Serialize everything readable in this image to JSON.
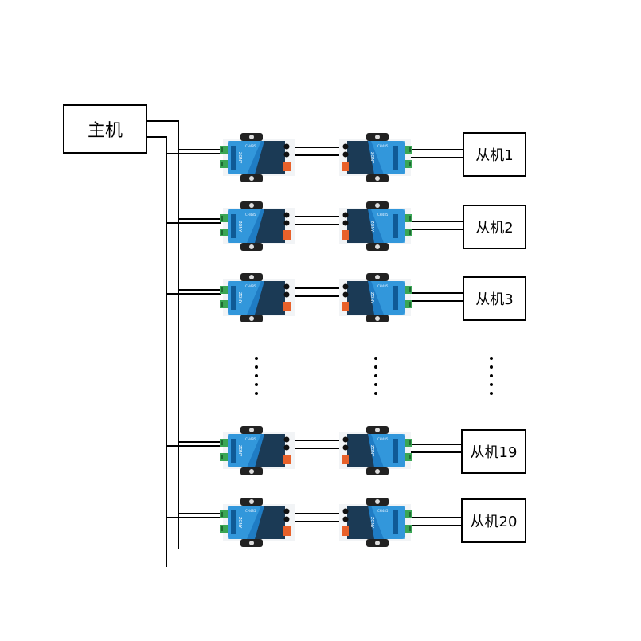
{
  "master": {
    "label": "主机"
  },
  "slaves": [
    {
      "label": "从机1"
    },
    {
      "label": "从机2"
    },
    {
      "label": "从机3"
    },
    {
      "label": "从机19"
    },
    {
      "label": "从机20"
    }
  ],
  "device": {
    "brand_left": "ZONY",
    "brand_right": "ZONY",
    "model_text": "CH485"
  },
  "colors": {
    "device_body": "#1f7cc4",
    "device_body_light": "#3aa3e6",
    "device_dark": "#1b3a55",
    "terminal_green": "#3aa655",
    "terminal_orange": "#e8612a",
    "line": "#000000"
  }
}
